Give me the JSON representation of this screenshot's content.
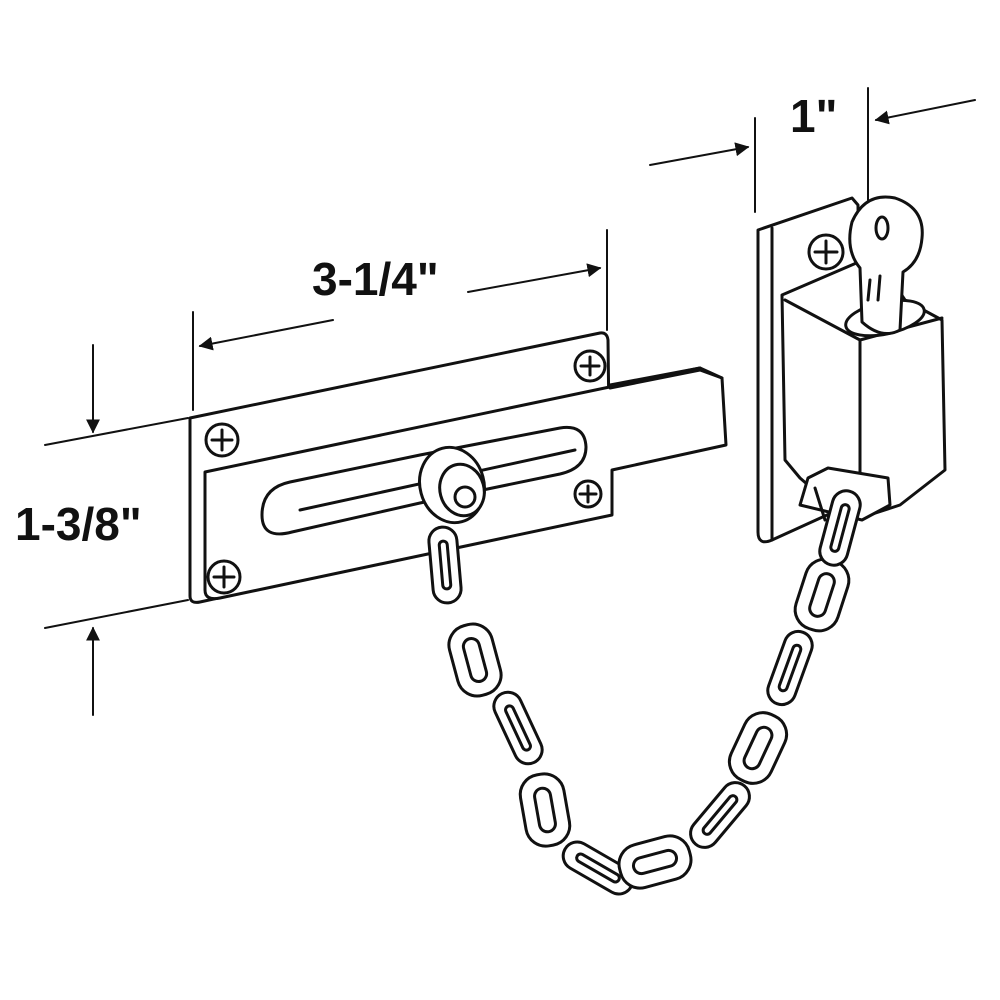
{
  "dimensions": {
    "height_label": "1-3/8\"",
    "length_label": "3-1/4\"",
    "width_label": "1\""
  },
  "colors": {
    "ink": "#111111",
    "background": "#ffffff"
  },
  "parts": {
    "slide_plate": "slide-plate",
    "receiver_lock": "keyed-lock-receiver",
    "key": "key",
    "chain": "chain"
  }
}
